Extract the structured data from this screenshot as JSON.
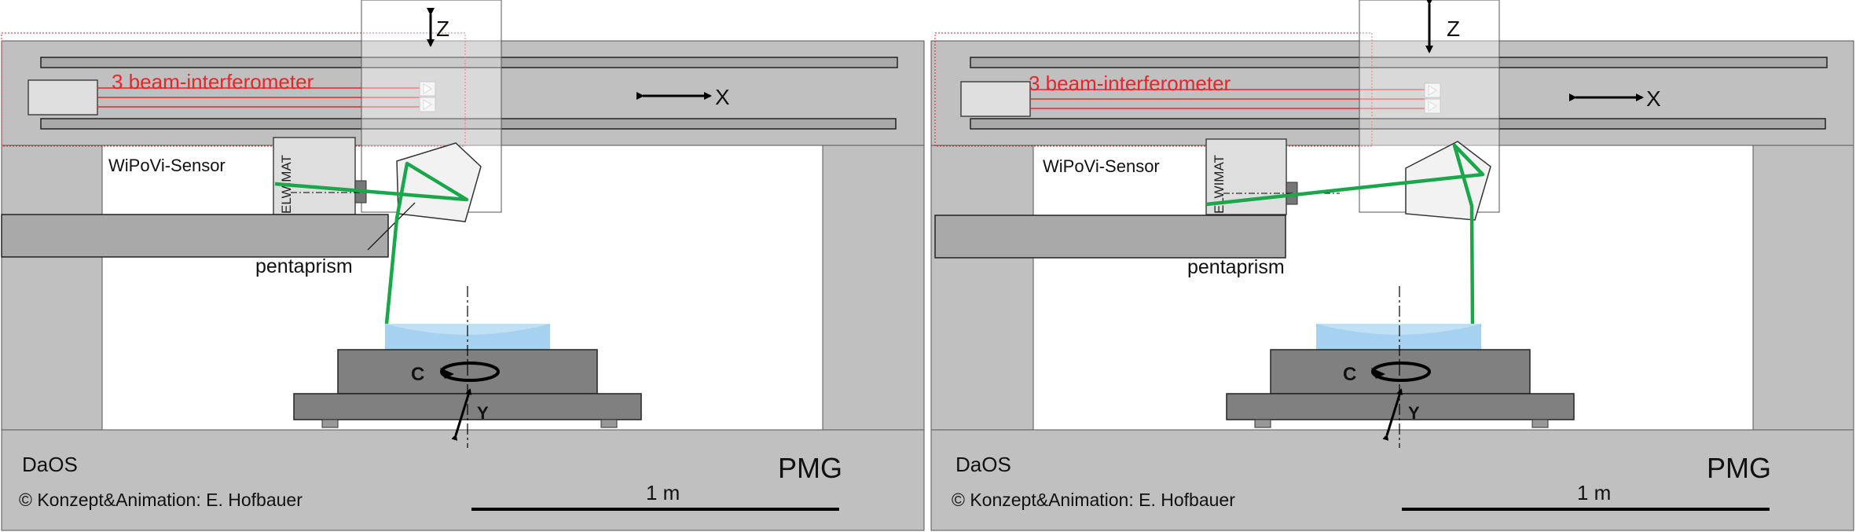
{
  "panels": [
    {
      "id": "left",
      "labels": {
        "axis_z": "Z",
        "axis_x": "X",
        "axis_c": "C",
        "axis_y": "Y",
        "interferometer": "3 beam-interferometer",
        "sensor": "WiPoVi-Sensor",
        "elwimat": "ELWIMAT",
        "pentaprism": "pentaprism",
        "daos": "DaOS",
        "copyright": "© Konzept&Animation:  E. Hofbauer",
        "scale": "1 m",
        "pmg": "PMG"
      }
    },
    {
      "id": "right",
      "labels": {
        "axis_z": "Z",
        "axis_x": "X",
        "axis_c": "C",
        "axis_y": "Y",
        "interferometer": "3 beam-interferometer",
        "sensor": "WiPoVi-Sensor",
        "elwimat": "ELWIMAT",
        "pentaprism": "pentaprism",
        "daos": "DaOS",
        "copyright": "© Konzept&Animation:  E. Hofbauer",
        "scale": "1 m",
        "pmg": "PMG"
      }
    }
  ],
  "colors": {
    "frame": "#c0c0c0",
    "stage": "#808080",
    "beam": "#1aa64a",
    "laser": "#e8262a",
    "specimen": "#bfe0f5"
  }
}
